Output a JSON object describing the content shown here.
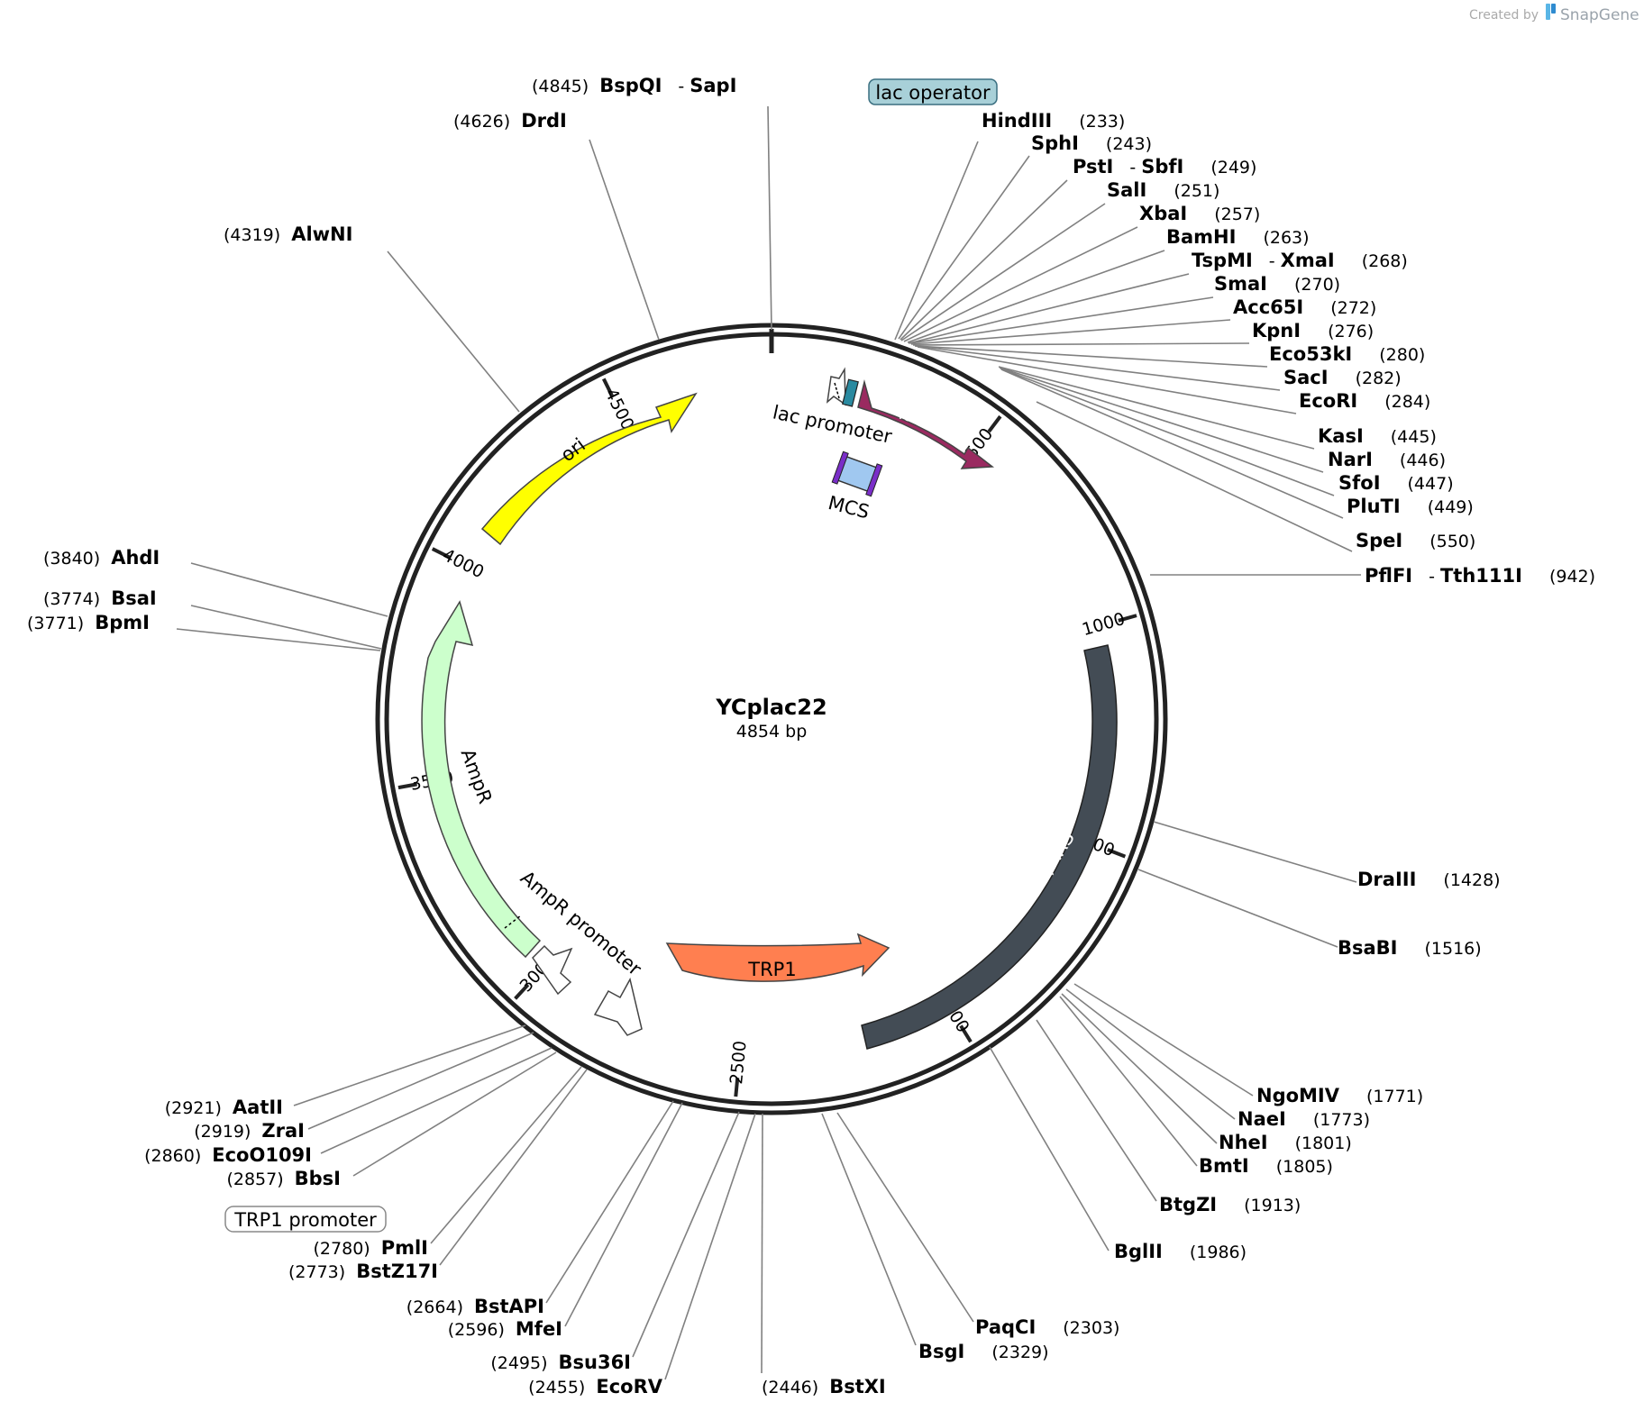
{
  "credit": {
    "prefix": "Created by",
    "brand": "SnapGene"
  },
  "plasmid": {
    "name": "YCplac22",
    "length_label": "4854 bp",
    "length_bp": 4854
  },
  "ticks": [
    {
      "bp": 500,
      "label": "500"
    },
    {
      "bp": 1000,
      "label": "1000"
    },
    {
      "bp": 1500,
      "label": "1500"
    },
    {
      "bp": 2000,
      "label": "2000"
    },
    {
      "bp": 2500,
      "label": "2500"
    },
    {
      "bp": 3000,
      "label": "3000"
    },
    {
      "bp": 3500,
      "label": "3500"
    },
    {
      "bp": 4000,
      "label": "4000"
    },
    {
      "bp": 4500,
      "label": "4500"
    }
  ],
  "features": [
    {
      "name": "lacZα",
      "label": "lacZα",
      "color": "#9a2a60",
      "label_color": "#ffffff"
    },
    {
      "name": "CEN/ARS",
      "label": "CEN/ARS",
      "color": "#434c55",
      "label_color": "#ffffff"
    },
    {
      "name": "TRP1",
      "label": "TRP1",
      "color": "#ff7f50",
      "label_color": "#000000"
    },
    {
      "name": "AmpR",
      "label": "AmpR",
      "color": "#ccffcc",
      "label_color": "#000000"
    },
    {
      "name": "ori",
      "label": "ori",
      "color": "#ffff00",
      "label_color": "#000000"
    },
    {
      "name": "lac promoter",
      "label": "lac promoter",
      "color": "#ffffff",
      "label_color": "#000000"
    },
    {
      "name": "MCS",
      "label": "MCS",
      "color": "#a0c8f0",
      "label_color": "#000000"
    },
    {
      "name": "AmpR promoter",
      "label": "AmpR promoter",
      "color": "#ffffff",
      "label_color": "#000000"
    }
  ],
  "boxed_labels": [
    {
      "label": "lac operator",
      "style": "filled",
      "color": "#a8d0d8"
    },
    {
      "label": "TRP1 promoter",
      "style": "outline",
      "color": "#ffffff"
    }
  ],
  "sites": [
    {
      "name": "BspQI",
      "name2": "SapI",
      "pos": "(4845)"
    },
    {
      "name": "DrdI",
      "name2": "",
      "pos": "(4626)"
    },
    {
      "name": "AlwNI",
      "name2": "",
      "pos": "(4319)"
    },
    {
      "name": "AhdI",
      "name2": "",
      "pos": "(3840)"
    },
    {
      "name": "BsaI",
      "name2": "",
      "pos": "(3774)"
    },
    {
      "name": "BpmI",
      "name2": "",
      "pos": "(3771)"
    },
    {
      "name": "HindIII",
      "name2": "",
      "pos": "(233)"
    },
    {
      "name": "SphI",
      "name2": "",
      "pos": "(243)"
    },
    {
      "name": "PstI",
      "name2": "SbfI",
      "pos": "(249)"
    },
    {
      "name": "SalI",
      "name2": "",
      "pos": "(251)"
    },
    {
      "name": "XbaI",
      "name2": "",
      "pos": "(257)"
    },
    {
      "name": "BamHI",
      "name2": "",
      "pos": "(263)"
    },
    {
      "name": "TspMI",
      "name2": "XmaI",
      "pos": "(268)"
    },
    {
      "name": "SmaI",
      "name2": "",
      "pos": "(270)"
    },
    {
      "name": "Acc65I",
      "name2": "",
      "pos": "(272)"
    },
    {
      "name": "KpnI",
      "name2": "",
      "pos": "(276)"
    },
    {
      "name": "Eco53kI",
      "name2": "",
      "pos": "(280)"
    },
    {
      "name": "SacI",
      "name2": "",
      "pos": "(282)"
    },
    {
      "name": "EcoRI",
      "name2": "",
      "pos": "(284)"
    },
    {
      "name": "KasI",
      "name2": "",
      "pos": "(445)"
    },
    {
      "name": "NarI",
      "name2": "",
      "pos": "(446)"
    },
    {
      "name": "SfoI",
      "name2": "",
      "pos": "(447)"
    },
    {
      "name": "PluTI",
      "name2": "",
      "pos": "(449)"
    },
    {
      "name": "SpeI",
      "name2": "",
      "pos": "(550)"
    },
    {
      "name": "PflFI",
      "name2": "Tth111I",
      "pos": "(942)"
    },
    {
      "name": "DraIII",
      "name2": "",
      "pos": "(1428)"
    },
    {
      "name": "BsaBI",
      "name2": "",
      "pos": "(1516)"
    },
    {
      "name": "NgoMIV",
      "name2": "",
      "pos": "(1771)"
    },
    {
      "name": "NaeI",
      "name2": "",
      "pos": "(1773)"
    },
    {
      "name": "NheI",
      "name2": "",
      "pos": "(1801)"
    },
    {
      "name": "BmtI",
      "name2": "",
      "pos": "(1805)"
    },
    {
      "name": "BtgZI",
      "name2": "",
      "pos": "(1913)"
    },
    {
      "name": "BglII",
      "name2": "",
      "pos": "(1986)"
    },
    {
      "name": "PaqCI",
      "name2": "",
      "pos": "(2303)"
    },
    {
      "name": "BsgI",
      "name2": "",
      "pos": "(2329)"
    },
    {
      "name": "BstXI",
      "name2": "",
      "pos": "(2446)"
    },
    {
      "name": "EcoRV",
      "name2": "",
      "pos": "(2455)"
    },
    {
      "name": "Bsu36I",
      "name2": "",
      "pos": "(2495)"
    },
    {
      "name": "MfeI",
      "name2": "",
      "pos": "(2596)"
    },
    {
      "name": "BstAPI",
      "name2": "",
      "pos": "(2664)"
    },
    {
      "name": "BstZ17I",
      "name2": "",
      "pos": "(2773)"
    },
    {
      "name": "PmlI",
      "name2": "",
      "pos": "(2780)"
    },
    {
      "name": "BbsI",
      "name2": "",
      "pos": "(2857)"
    },
    {
      "name": "EcoO109I",
      "name2": "",
      "pos": "(2860)"
    },
    {
      "name": "ZraI",
      "name2": "",
      "pos": "(2919)"
    },
    {
      "name": "AatII",
      "name2": "",
      "pos": "(2921)"
    }
  ]
}
